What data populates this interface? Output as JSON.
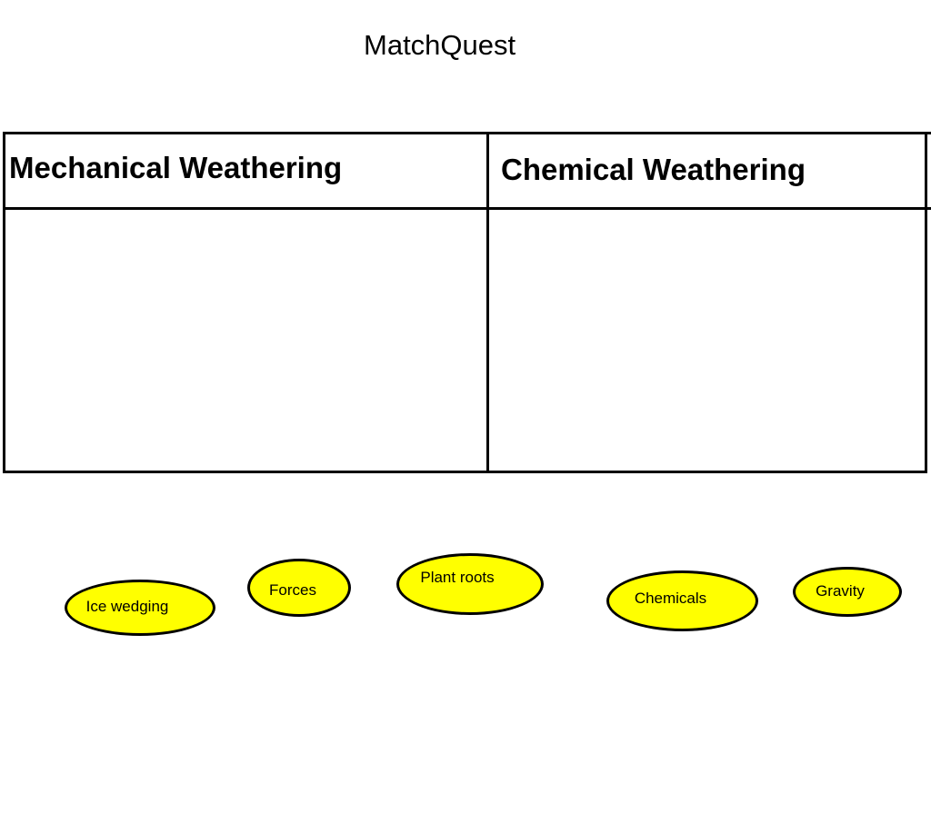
{
  "app": {
    "title": "MatchQuest"
  },
  "table": {
    "columns": [
      {
        "label": "Mechanical Weathering"
      },
      {
        "label": "Chemical Weathering"
      }
    ]
  },
  "tokens": [
    {
      "label": "Ice wedging"
    },
    {
      "label": "Forces"
    },
    {
      "label": "Plant roots"
    },
    {
      "label": "Chemicals"
    },
    {
      "label": "Gravity"
    }
  ],
  "colors": {
    "token_fill": "#ffff00",
    "token_border": "#000000",
    "line": "#000000",
    "background": "#ffffff"
  }
}
